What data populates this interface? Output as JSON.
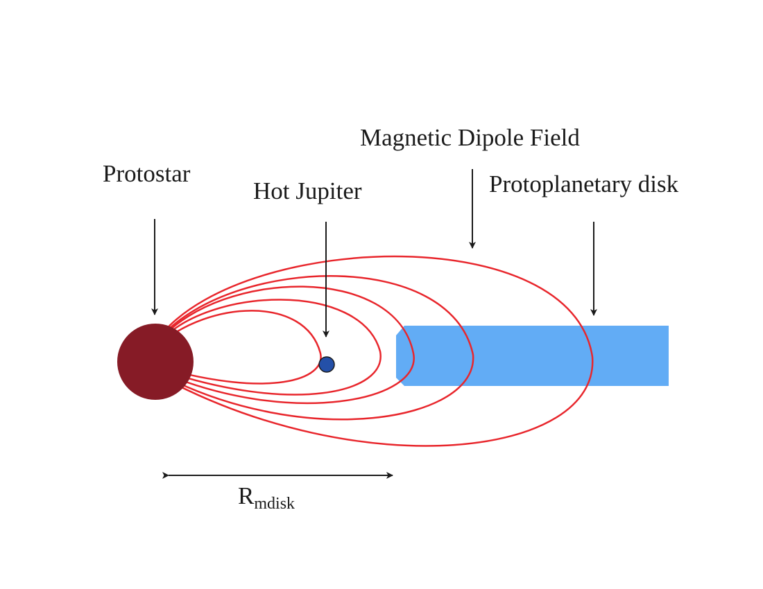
{
  "labels": {
    "magnetic_field": "Magnetic Dipole Field",
    "protostar": "Protostar",
    "hot_jupiter": "Hot Jupiter",
    "disk": "Protoplanetary disk",
    "radius_main": "R",
    "radius_sub": "mdisk"
  },
  "colors": {
    "protostar": "#861b26",
    "planet": "#2450a8",
    "disk": "#62acf5",
    "field_lines": "#e8262c",
    "arrows": "#1a1a1a"
  }
}
